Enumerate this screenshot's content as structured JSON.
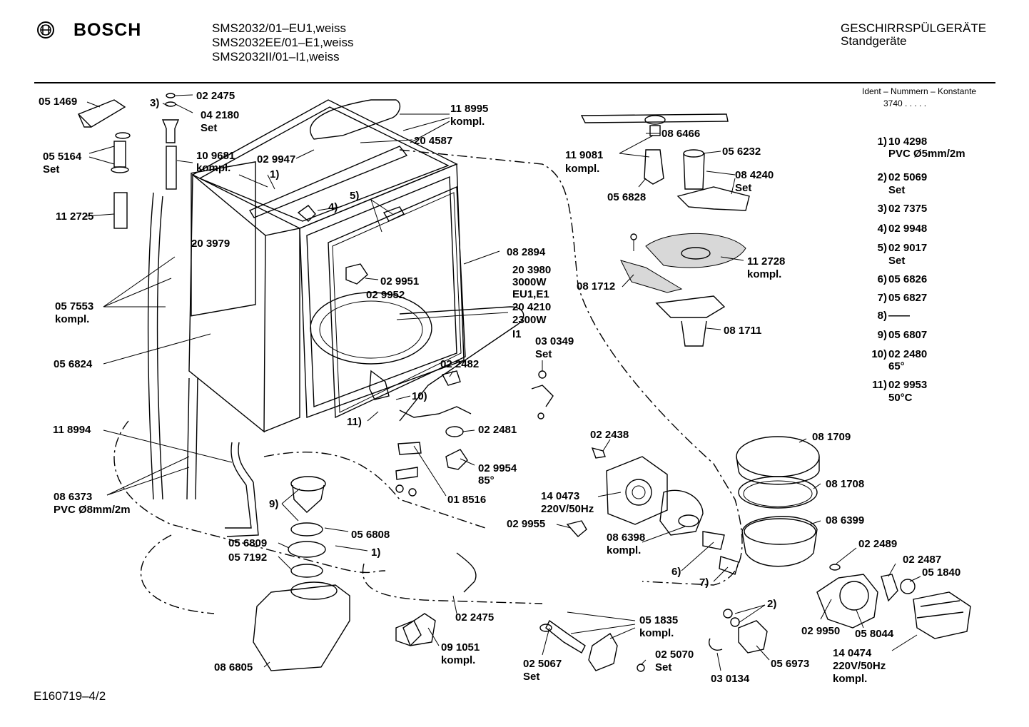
{
  "header": {
    "brand": "BOSCH",
    "models": [
      "SMS2032/01–EU1,weiss",
      "SMS2032EE/01–E1,weiss",
      "SMS2032II/01–I1,weiss"
    ],
    "category": "GESCHIRRSPÜLGERÄTE",
    "subcategory": "Standgeräte"
  },
  "ident": {
    "title": "Ident – Nummern – Konstante",
    "value": "3740  .  .  .  .  ."
  },
  "legend": [
    {
      "n": "1)",
      "code": "10 4298",
      "note": "PVC Ø5mm/2m"
    },
    {
      "n": "2)",
      "code": "02 5069",
      "note": "Set"
    },
    {
      "n": "3)",
      "code": "02 7375",
      "note": ""
    },
    {
      "n": "4)",
      "code": "02 9948",
      "note": ""
    },
    {
      "n": "5)",
      "code": "02 9017",
      "note": "Set"
    },
    {
      "n": "6)",
      "code": "05 6826",
      "note": ""
    },
    {
      "n": "7)",
      "code": "05 6827",
      "note": ""
    },
    {
      "n": "8)",
      "code": "——",
      "note": ""
    },
    {
      "n": "9)",
      "code": "05 6807",
      "note": ""
    },
    {
      "n": "10)",
      "code": "02 2480",
      "note": "65°"
    },
    {
      "n": "11)",
      "code": "02 9953",
      "note": "50°C"
    }
  ],
  "labels": {
    "l051469": "05 1469",
    "l3": "3)",
    "l022475a": "02 2475",
    "l042180": "04 2180",
    "l042180s": "Set",
    "l055164": "05 5164",
    "l055164s": "Set",
    "l109681": "10 9681",
    "l109681k": "kompl.",
    "l112725": "11 2725",
    "l1a": "1)",
    "l029947": "02 9947",
    "l204587": "20 4587",
    "l118995": "11 8995",
    "l118995k": "kompl.",
    "l4": "4)",
    "l5": "5)",
    "l203979": "20 3979",
    "l057553": "05 7553",
    "l057553k": "kompl.",
    "l029951": "02 9951",
    "l029952": "02 9952",
    "l082894": "08 2894",
    "l203980": "20 3980",
    "l3000w": "3000W",
    "leu1": "EU1,E1",
    "l204210": "20 4210",
    "l2300w": "2300W",
    "li1": "I1",
    "l056824": "05 6824",
    "l030349": "03 0349",
    "l030349s": "Set",
    "l022482": "02 2482",
    "l10": "10)",
    "l11": "11)",
    "l118994": "11 8994",
    "l022481": "02 2481",
    "l029954": "02 9954",
    "l85": "85°",
    "l018516": "01 8516",
    "l086373": "08 6373",
    "l086373p": "PVC Ø8mm/2m",
    "l9": "9)",
    "l056808": "05 6808",
    "l056809": "05 6809",
    "l057192": "05 7192",
    "l1b": "1)",
    "l022475b": "02 2475",
    "l091051": "09 1051",
    "l091051k": "kompl.",
    "l086805": "08 6805",
    "l119081": "11 9081",
    "l119081k": "kompl.",
    "l086466": "08 6466",
    "l056232": "05 6232",
    "l084240": "08 4240",
    "l084240s": "Set",
    "l056828": "05 6828",
    "l112728": "11 2728",
    "l112728k": "kompl.",
    "l081712": "08 1712",
    "l081711": "08 1711",
    "l022438": "02 2438",
    "l140473": "14 0473",
    "l140473v": "220V/50Hz",
    "l029955": "02 9955",
    "l086398": "08 6398",
    "l086398k": "kompl.",
    "l081709": "08 1709",
    "l081708": "08 1708",
    "l086399": "08 6399",
    "l6": "6)",
    "l7": "7)",
    "l022489": "02 2489",
    "l022487": "02 2487",
    "l051840": "05 1840",
    "l2": "2)",
    "l029950": "02 9950",
    "l058044": "05 8044",
    "l140474": "14 0474",
    "l140474v": "220V/50Hz",
    "l140474k": "kompl.",
    "l051835": "05 1835",
    "l051835k": "kompl.",
    "l025067": "02 5067",
    "l025067s": "Set",
    "l025070": "02 5070",
    "l025070s": "Set",
    "l030134": "03 0134",
    "l056973": "05 6973"
  },
  "footer": {
    "drawing_id": "E160719–4/2"
  }
}
